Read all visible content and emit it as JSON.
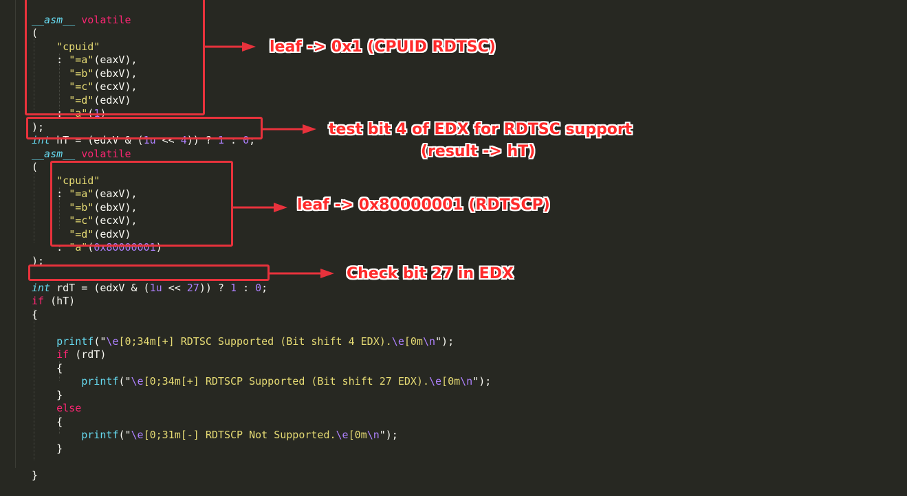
{
  "code": {
    "l1_asm": "__asm__",
    "l1_volatile": "volatile",
    "open_paren": "(",
    "cpuid_str": "\"cpuid\"",
    "colon": ":",
    "out_a": "\"=a\"",
    "out_b": "\"=b\"",
    "out_c": "\"=c\"",
    "out_d": "\"=d\"",
    "eaxV_c": "(eaxV),",
    "ebxV_c": "(ebxV),",
    "ecxV_c": "(ecxV),",
    "edxV": "(edxV)",
    "in_a": "\"a\"",
    "one": "1",
    "close_paren": ");",
    "int_kw": "int",
    "hT_expr": "hT = (edxV & (",
    "one_u": "1u",
    "shift": "<<",
    "four": "4",
    "tern_q": ")) ?",
    "one_val": "1",
    "tern_c": ":",
    "zero": "0",
    "semi": ";",
    "leaf2": "0x80000001",
    "rdT_expr": "rdT = (edxV & (",
    "twentyseven": "27",
    "if_kw": "if",
    "hT_cond": "(hT)",
    "open_brace": "{",
    "close_brace": "}",
    "printf": "printf",
    "p1_quote": "(\"",
    "esc_e": "\\e",
    "p1_mid": "[0;34m[+] RDTSC Supported (Bit shift 4 EDX).",
    "p_end_mid": "[0m",
    "esc_n": "\\n",
    "p_close": "\");",
    "rdT_cond": "(rdT)",
    "p2_mid": "[0;34m[+] RDTSCP Supported (Bit shift 27 EDX).",
    "else_kw": "else",
    "p3_mid": "[0;31m[-] RDTSCP Not Supported."
  },
  "annotations": {
    "leaf1": "leaf -> 0x1 (CPUID RDTSC)",
    "bit4_line1": "test bit 4 of EDX for RDTSC support",
    "bit4_line2": "(result -> hT)",
    "leaf2": "leaf -> 0x80000001 (RDTSCP)",
    "bit27": "Check bit 27 in EDX"
  },
  "colors": {
    "background": "#272822",
    "annotation": "#e8323c"
  }
}
